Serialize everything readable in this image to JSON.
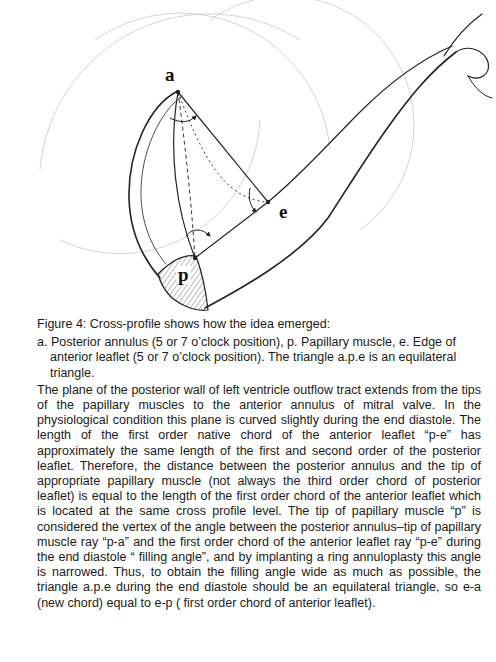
{
  "diagram": {
    "caption": "Figure 4: Cross-profile shows how the idea emerged:",
    "labels": [
      "a",
      "p",
      "e",
      "a. Posterior annulus (5 or 7 o’clock position), p. Papillary muscle, e. Edge of anterior leaflet (5 or 7 o’clock position). The triangle a.p.e is an equilateral triangle.",
      "The plane of the posterior wall of left ventricle outflow tract extends from the tips of the papillary muscles to the anterior annulus of mitral valve. In the physiological condition this plane is curved slightly during the end diastole. The length of the first order native chord of the anterior leaflet “p-e” has approximately the same length of the first and second order of the posterior leaflet. Therefore, the distance between the posterior annulus and the tip of appropriate papillary muscle (not always the third order chord of posterior leaflet) is equal to the length of the first order chord of the anterior leaflet which is located at the same cross profile level. The tip of papillary muscle “p” is considered the vertex of the angle between the posterior annulus–tip of papillary muscle ray “p-a” and the first order chord of the anterior leaflet ray “p-e” during the end diastole “ filling angle”, and by implanting a ring annuloplasty this angle is narrowed. Thus, to obtain the filling angle wide as much as possible, the triangle a.p.e during the end diastole should be an equilateral triangle, so e-a (new chord) equal to e-p ( first order chord of anterior leaflet)."
    ]
  }
}
